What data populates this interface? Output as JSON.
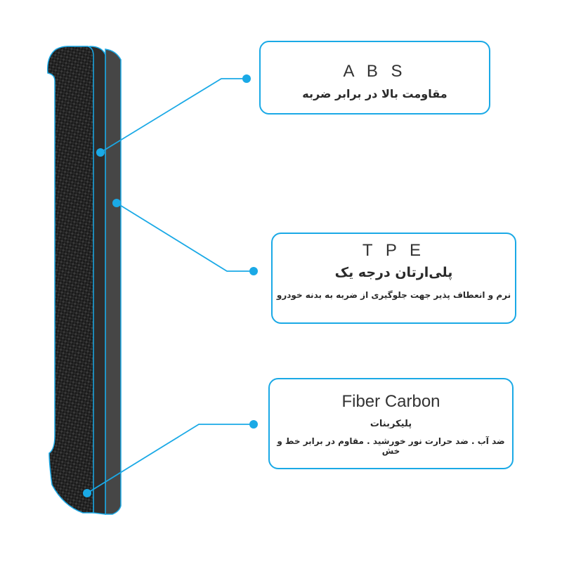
{
  "colors": {
    "accent": "#1aa9e6",
    "carbon": "#1c1c1c",
    "middle_layer": "#2e2c2c",
    "back_layer": "#464646"
  },
  "layers": [
    {
      "title": "A B S",
      "lines": [
        "مقاومت بالا در برابر ضربه"
      ]
    },
    {
      "title": "T P E",
      "lines": [
        "پلی‌ارتان درجه یک",
        "نرم و انعطاف پذیر جهت جلوگیری از ضربه به بدنه خودرو"
      ]
    },
    {
      "title": "Fiber Carbon",
      "lines": [
        "پلیکربنات",
        "ضد آب . ضد حرارت نور خورشید . مقاوم در برابر خط و خش"
      ]
    }
  ]
}
